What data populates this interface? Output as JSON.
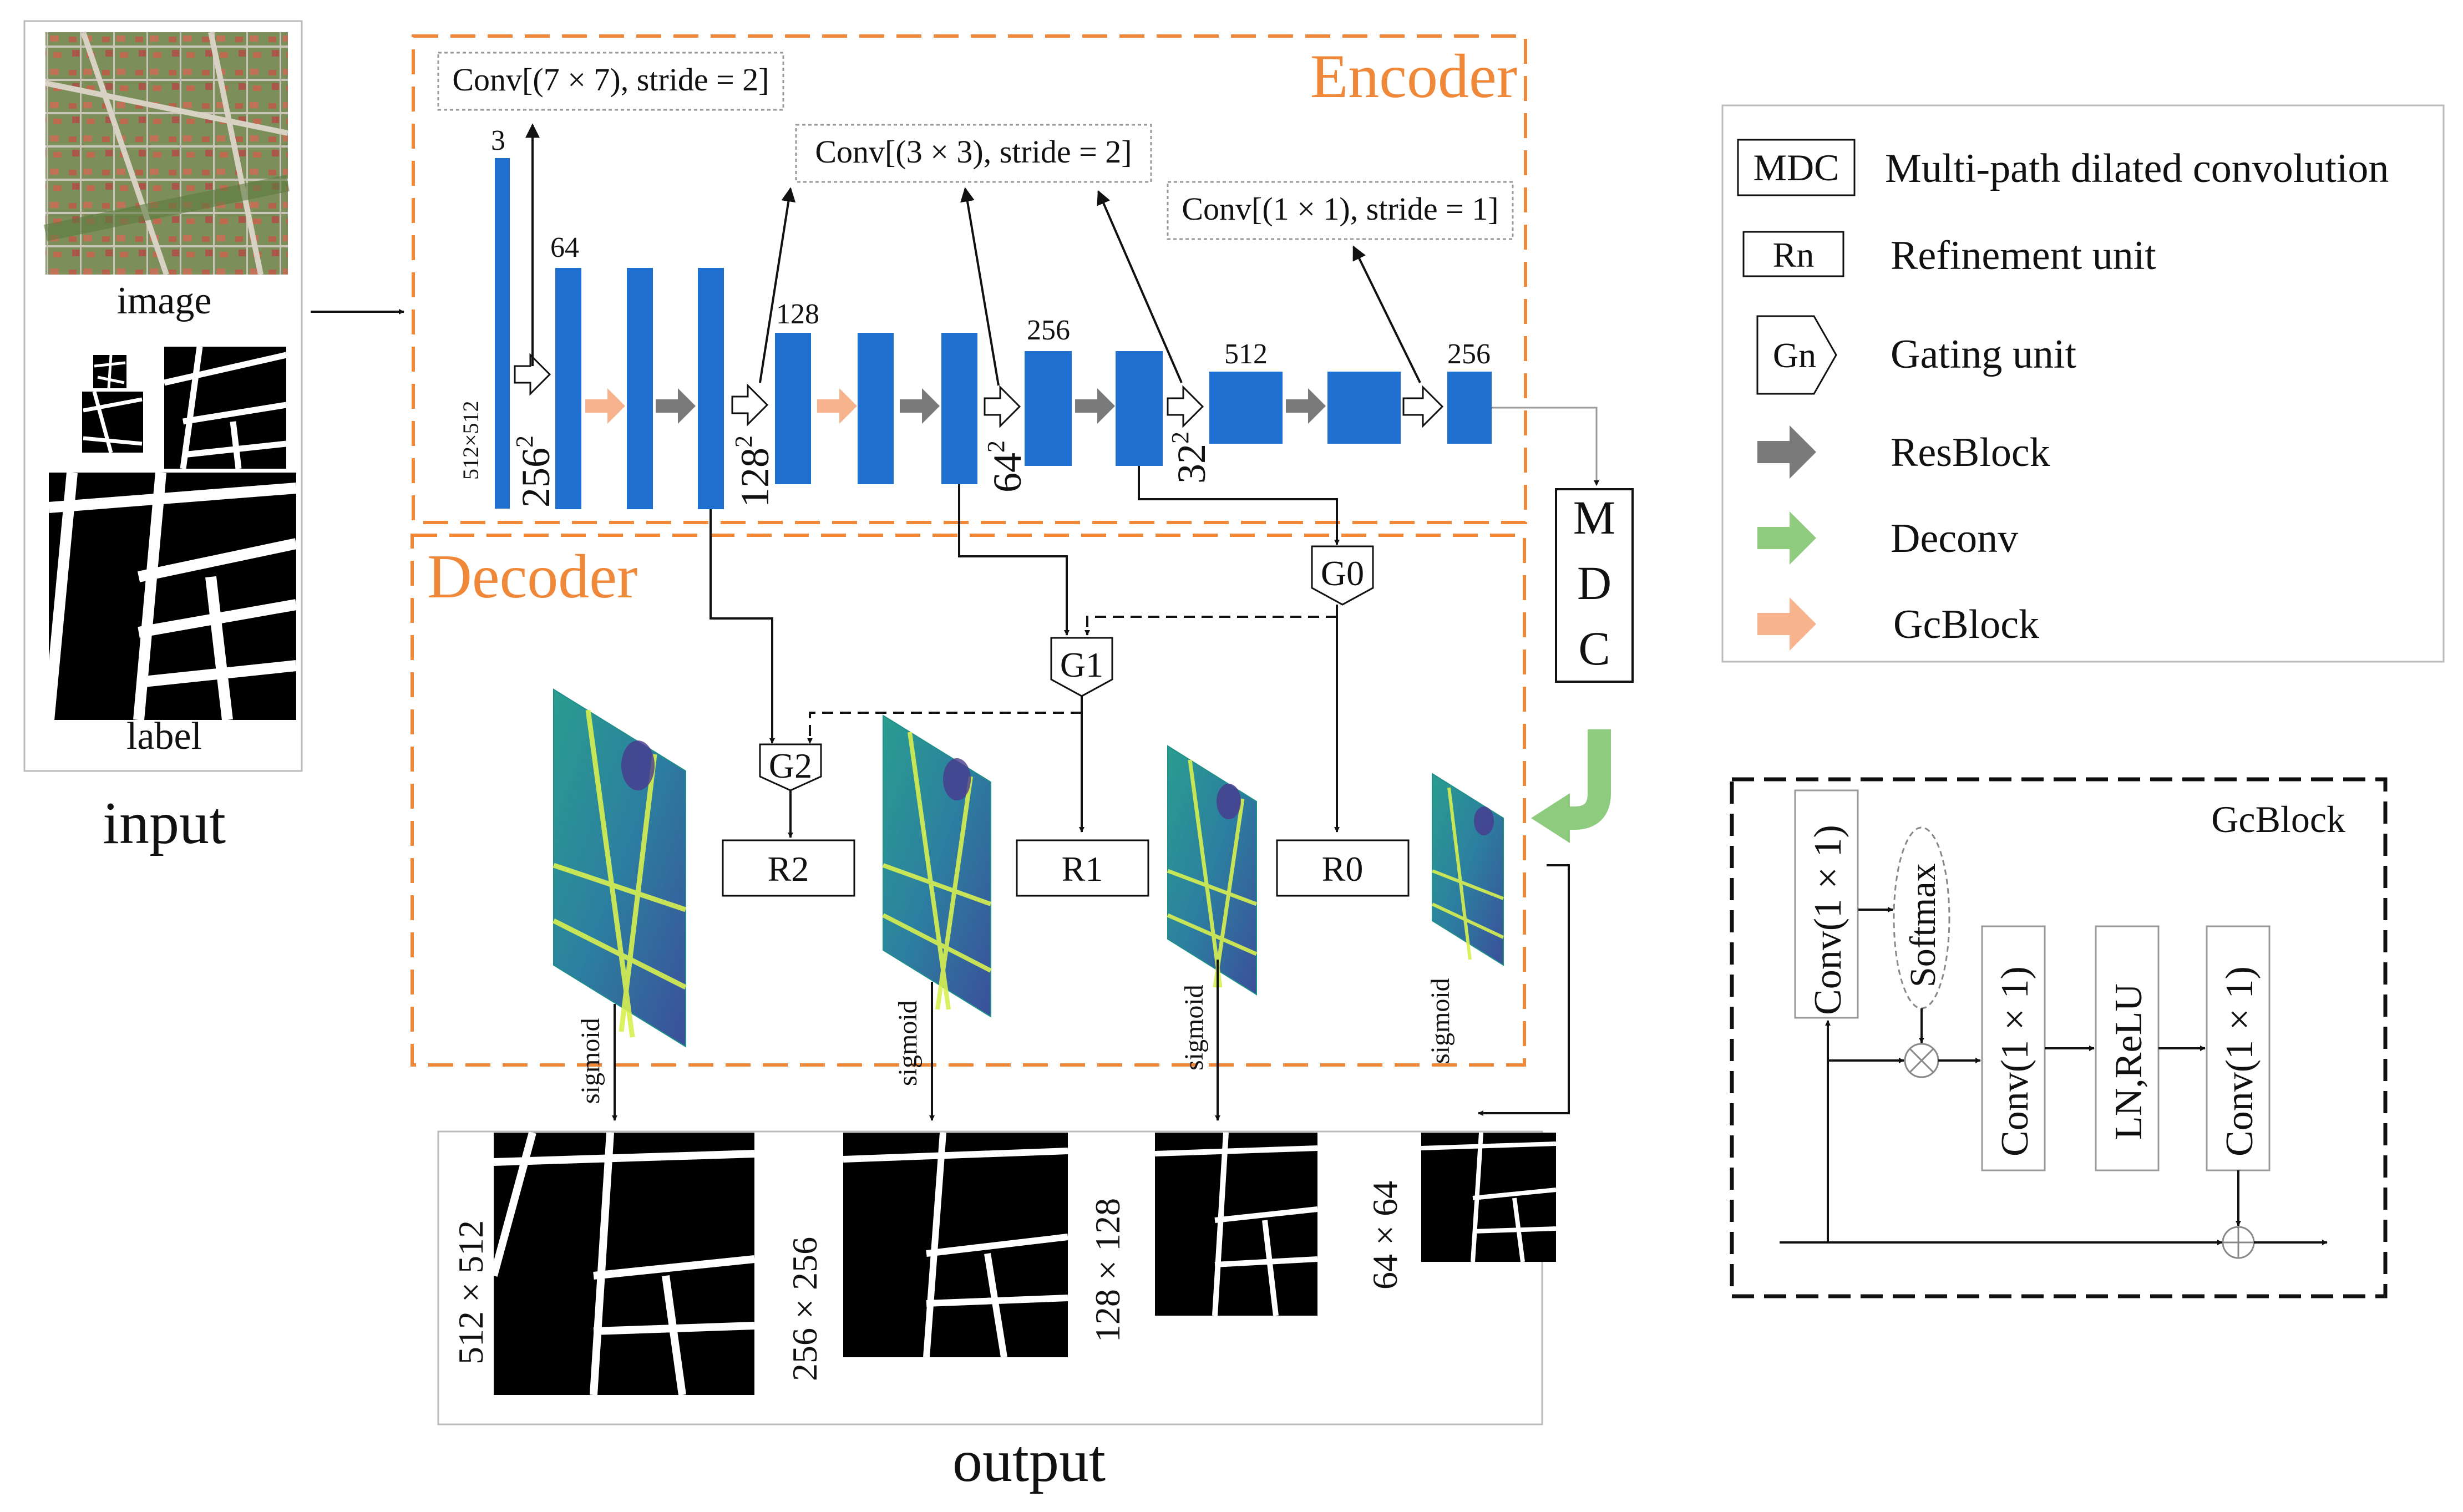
{
  "colors": {
    "encoder_blue": "#1F6FD0",
    "accent_orange": "#F0883A",
    "resblock_gray": "#7A7A7A",
    "gcblock_orange": "#F6B38E",
    "deconv_green": "#8FCB7F",
    "heatmap_teal": "#1F8F8A",
    "heatmap_purple": "#4A3A8E",
    "road_white": "#ffffff",
    "mask_black": "#000000"
  },
  "input": {
    "image_label": "image",
    "label_label": "label",
    "caption": "input"
  },
  "encoder": {
    "title": "Encoder",
    "conv7": "Conv[(7 × 7), stride = 2]",
    "conv3": "Conv[(3 × 3), stride = 2]",
    "conv1": "Conv[(1 × 1), stride = 1]",
    "channels": [
      "3",
      "64",
      "128",
      "256",
      "512",
      "256"
    ],
    "input_size": "512×512",
    "sizes": [
      "256",
      "128",
      "64",
      "32"
    ],
    "size_exp": "2"
  },
  "decoder": {
    "title": "Decoder",
    "gates": [
      "G0",
      "G1",
      "G2"
    ],
    "refines": [
      "R0",
      "R1",
      "R2"
    ],
    "sigmoid": "sigmoid"
  },
  "mdc": {
    "letters": [
      "M",
      "D",
      "C"
    ]
  },
  "output": {
    "caption": "output",
    "sizes": [
      "512 × 512",
      "256 × 256",
      "128 × 128",
      "64 × 64"
    ]
  },
  "legend": {
    "mdc_symbol": "MDC",
    "mdc_text": "Multi-path dilated convolution",
    "rn_symbol": "Rn",
    "rn_text": "Refinement unit",
    "gn_symbol": "Gn",
    "gn_text": "Gating unit",
    "resblock_text": "ResBlock",
    "deconv_text": "Deconv",
    "gcblock_text": "GcBlock"
  },
  "gcblock": {
    "title": "GcBlock",
    "conv_a": "Conv(1 × 1)",
    "softmax": "Softmax",
    "conv_b": "Conv(1 × 1)",
    "ln_relu": "LN,ReLU",
    "conv_c": "Conv(1 × 1)"
  }
}
